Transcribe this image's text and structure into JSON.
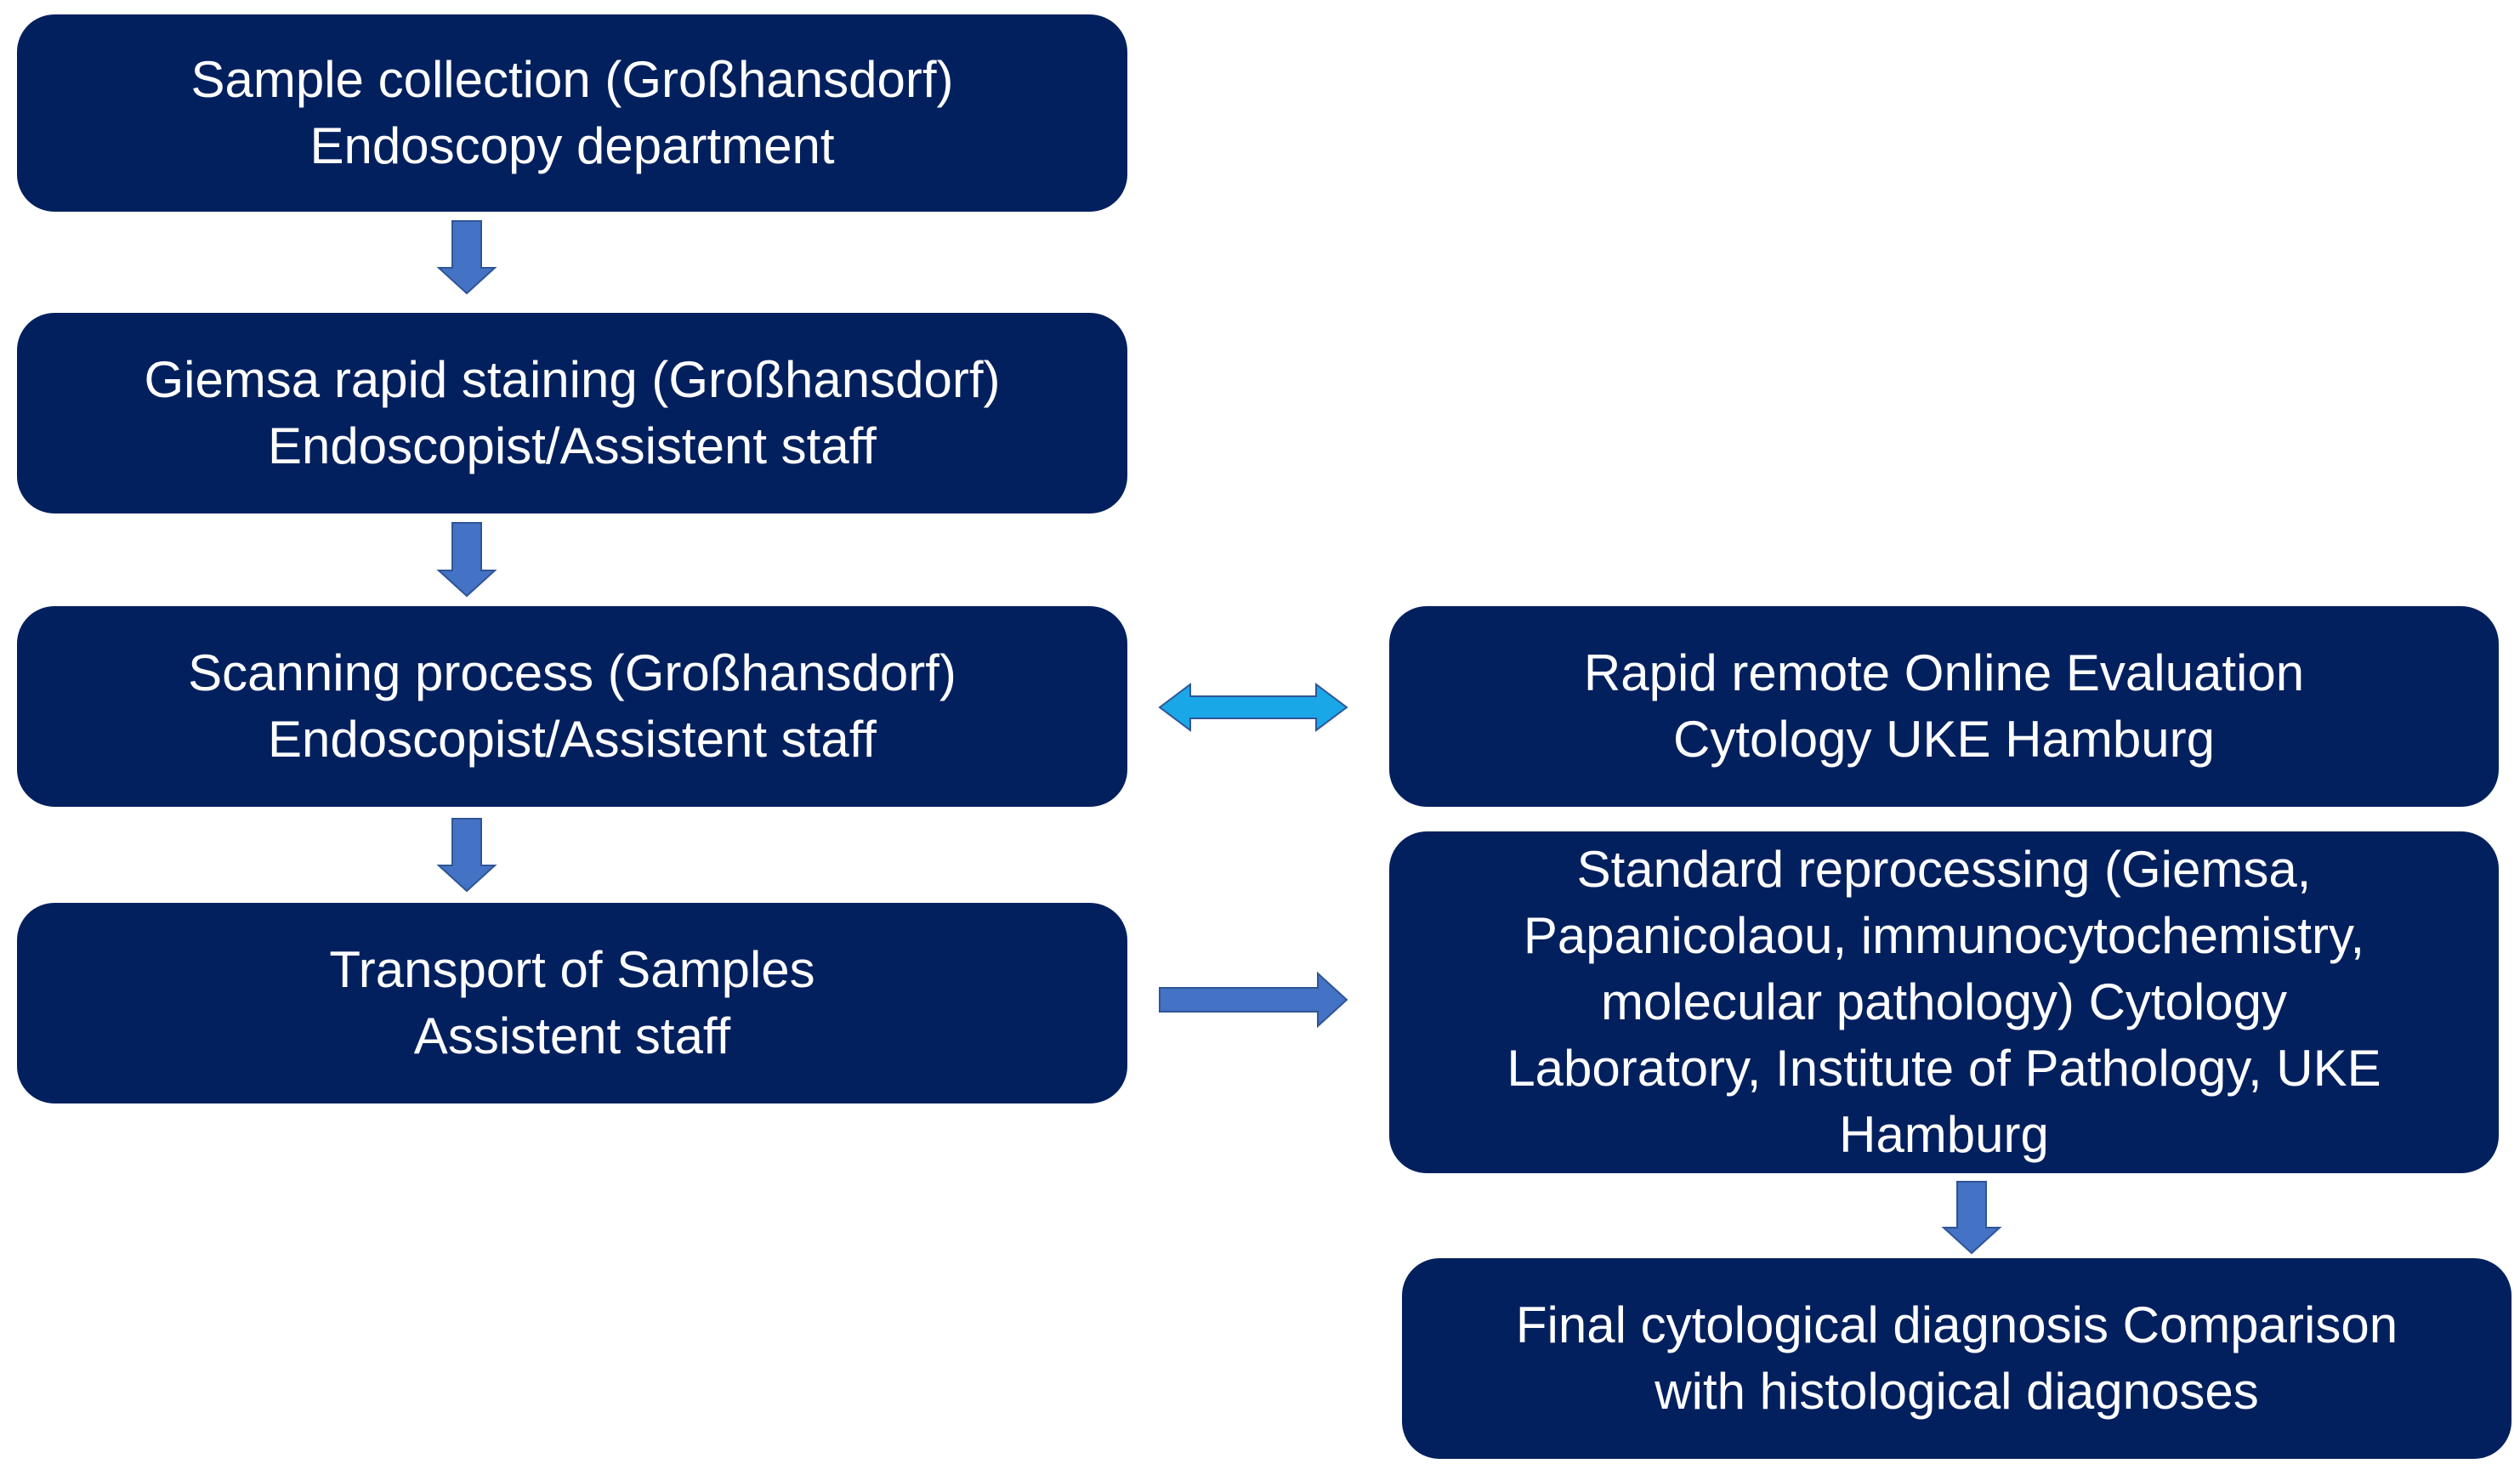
{
  "boxes": {
    "sample_collection": [
      "Sample collection (Großhansdorf)",
      "Endoscopy department"
    ],
    "giemsa_staining": [
      "Giemsa rapid staining (Großhansdorf)",
      "Endoscopist/Assistent staff"
    ],
    "scanning_process": [
      "Scanning process (Großhansdorf)",
      "Endoscopist/Assistent staff"
    ],
    "transport": [
      "Transport of Samples",
      "Assistent staff"
    ],
    "remote_evaluation": [
      "Rapid remote Online Evaluation",
      "Cytology UKE Hamburg"
    ],
    "standard_reprocessing": [
      "Standard reprocessing (Giemsa,",
      "Papanicolaou, immunocytochemistry,",
      "molecular pathology) Cytology",
      "Laboratory, Institute of Pathology, UKE",
      "Hamburg"
    ],
    "final_diagnosis": [
      "Final cytological diagnosis Comparison",
      "with histological diagnoses"
    ]
  },
  "colors": {
    "box_fill": "#03205e",
    "box_text": "#ffffff",
    "arrow_down": "#4472c4",
    "arrow_bidirectional": "#1aa7e8"
  }
}
